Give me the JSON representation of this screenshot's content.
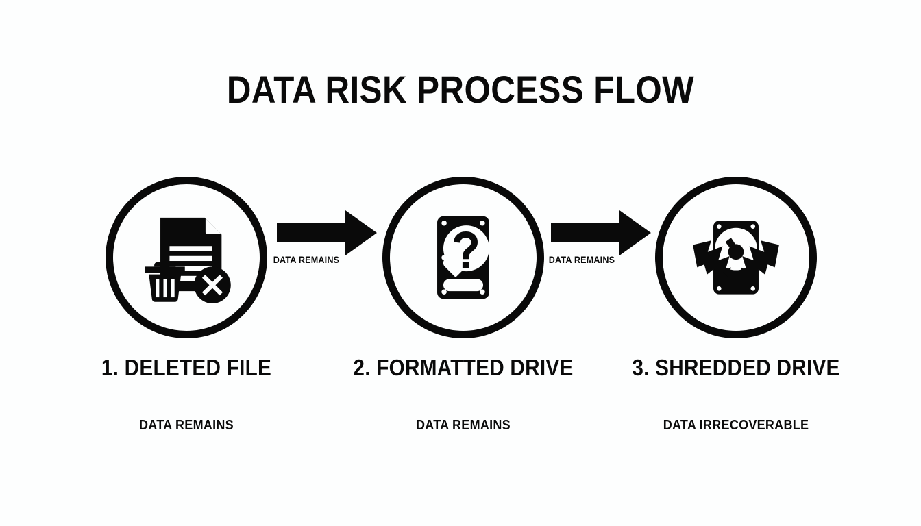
{
  "diagram": {
    "title": "DATA RISK PROCESS FLOW",
    "background_color": "#fdfefe",
    "foreground_color": "#0a0a0a",
    "type": "process-flow",
    "steps": [
      {
        "number": "1.",
        "title": "1. DELETED FILE",
        "caption": "DATA REMAINS",
        "icon": "deleted-file-icon"
      },
      {
        "number": "2.",
        "title": "2. FORMATTED DRIVE",
        "caption": "DATA REMAINS",
        "icon": "formatted-drive-question-icon"
      },
      {
        "number": "3.",
        "title": "3. SHREDDED DRIVE",
        "caption": "DATA IRRECOVERABLE",
        "icon": "shredded-drive-icon"
      }
    ],
    "connectors": [
      {
        "label": "DATA REMAINS",
        "icon": "arrow-right-icon"
      },
      {
        "label": "DATA REMAINS",
        "icon": "arrow-right-icon"
      }
    ]
  }
}
